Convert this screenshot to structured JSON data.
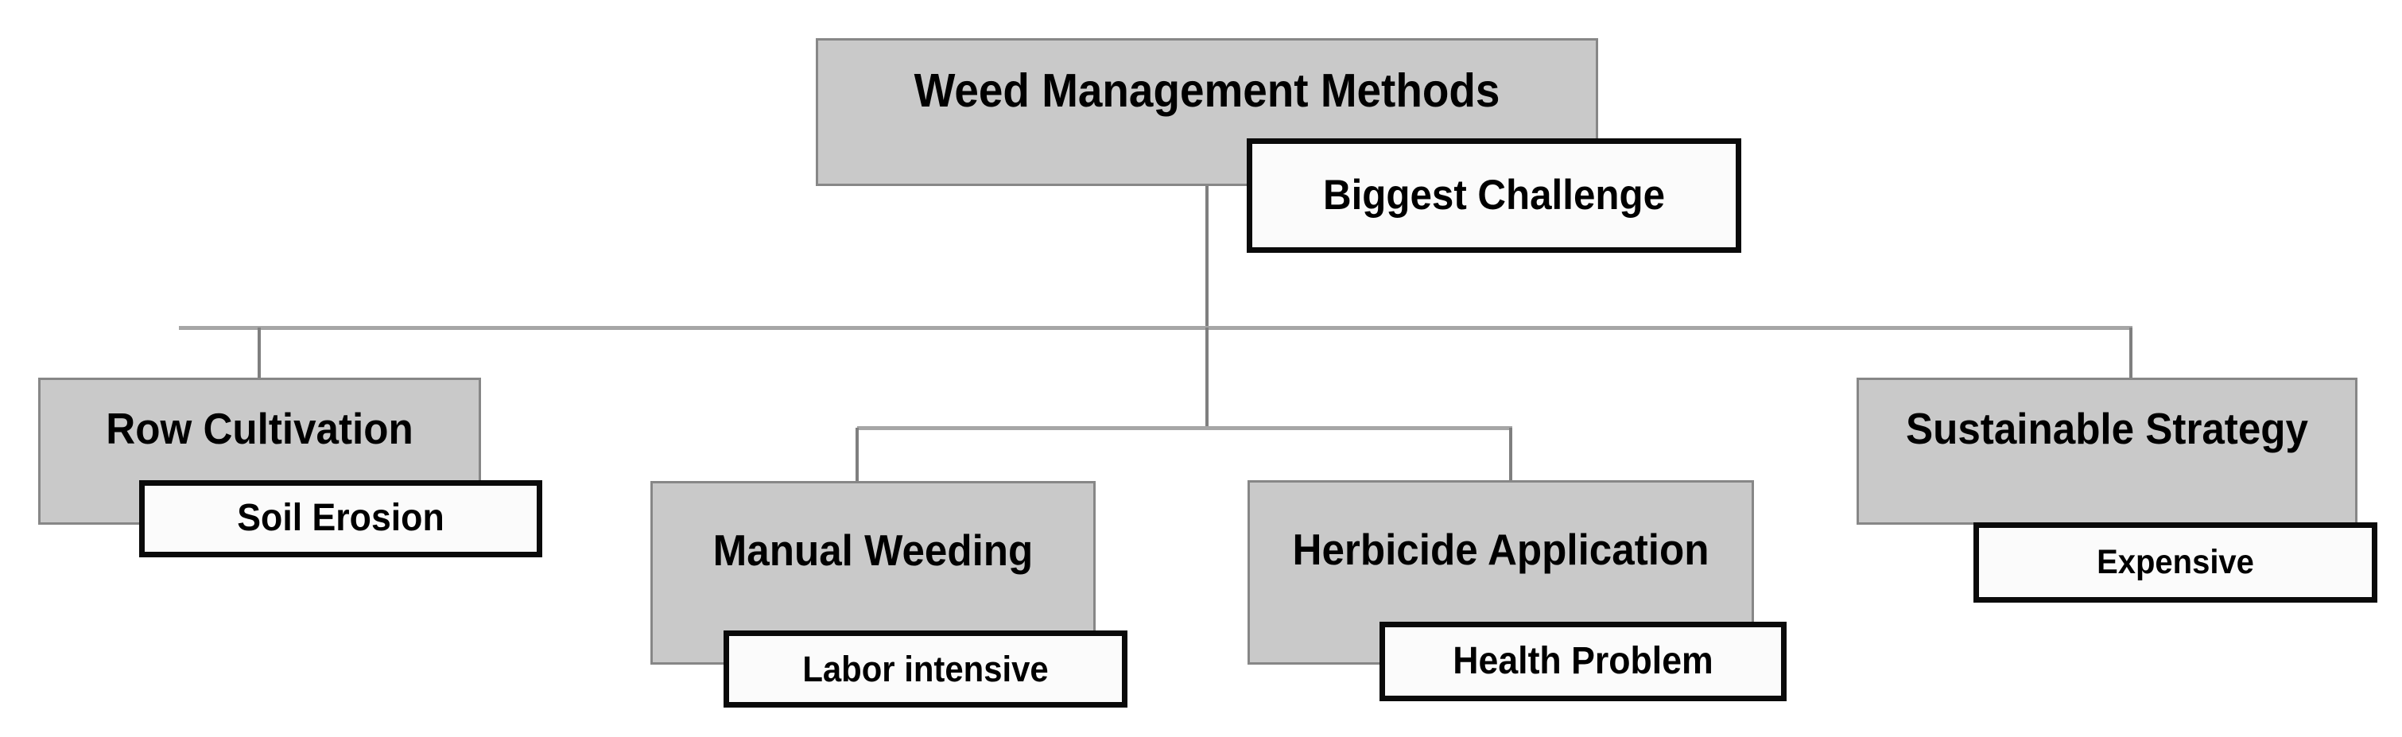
{
  "diagram": {
    "title": "Weed Management Methods",
    "type": "hierarchy-tree",
    "colors": {
      "node_fill": "#c9c9c9",
      "node_border": "#878787",
      "callout_fill": "#fbfbfb",
      "callout_border": "#0a0a0a",
      "connector": "#a6a6a6",
      "background": "#ffffff",
      "text": "#000000"
    },
    "root": {
      "label": "Weed Management Methods",
      "callout": "Biggest Challenge"
    },
    "children": [
      {
        "label": "Row Cultivation",
        "callout": "Soil Erosion"
      },
      {
        "label": "Manual Weeding",
        "callout": "Labor intensive"
      },
      {
        "label": "Herbicide Application",
        "callout": "Health Problem"
      },
      {
        "label": "Sustainable Strategy",
        "callout": "Expensive"
      }
    ]
  }
}
